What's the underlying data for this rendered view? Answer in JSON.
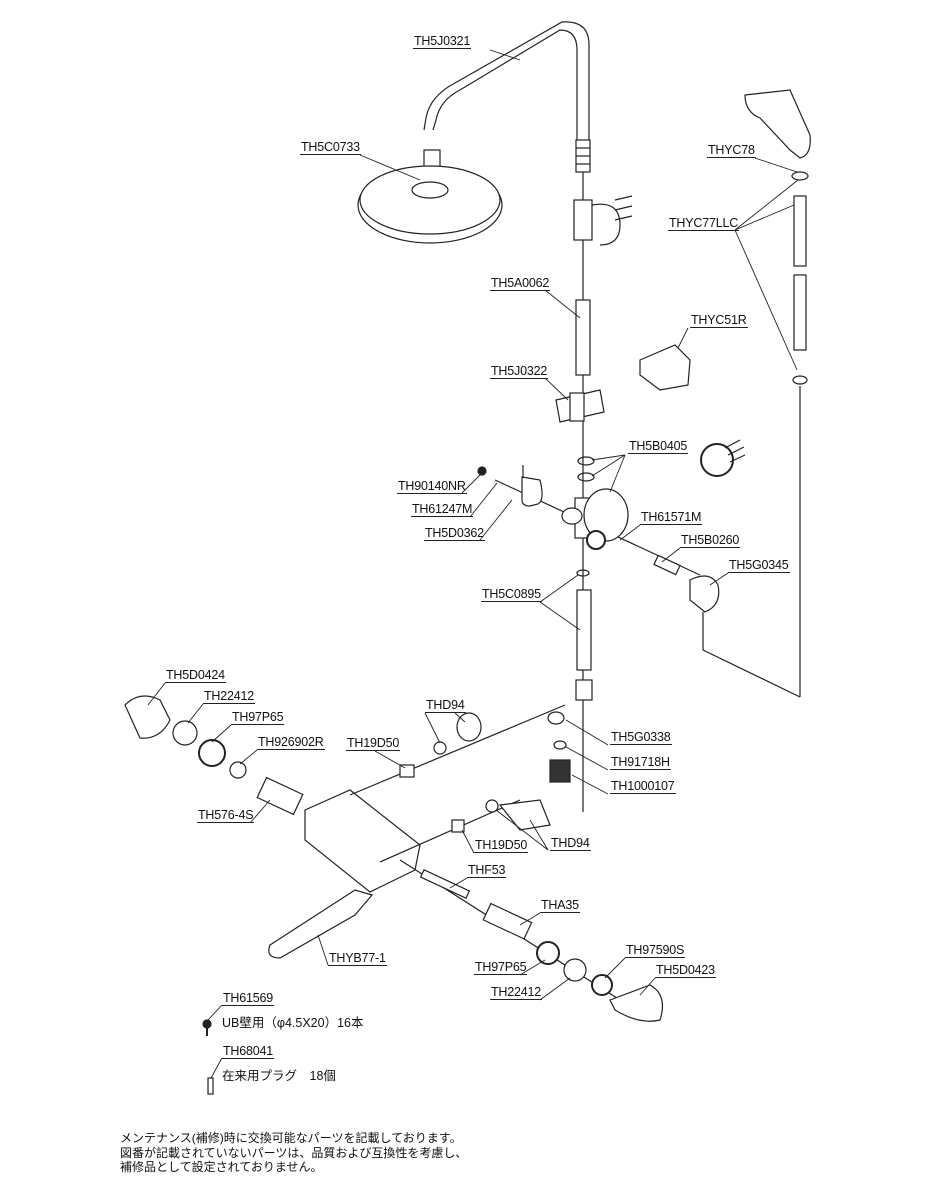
{
  "parts": {
    "th5j0321": "TH5J0321",
    "th5c0733": "TH5C0733",
    "thyc78": "THYC78",
    "thyc77llc": "THYC77LLC",
    "th5a0062": "TH5A0062",
    "thyc51r": "THYC51R",
    "th5j0322": "TH5J0322",
    "th5b0405": "TH5B0405",
    "th90140nr": "TH90140NR",
    "th61247m": "TH61247M",
    "th61571m": "TH61571M",
    "th5d0362": "TH5D0362",
    "th5b0260": "TH5B0260",
    "th5g0345": "TH5G0345",
    "th5c0895": "TH5C0895",
    "th5d0424": "TH5D0424",
    "th22412_a": "TH22412",
    "th97p65_a": "TH97P65",
    "thd94_a": "THD94",
    "th926902r": "TH926902R",
    "th19d50_a": "TH19D50",
    "th5g0338": "TH5G0338",
    "th91718h": "TH91718H",
    "th1000107": "TH1000107",
    "th576_4s": "TH576-4S",
    "th19d50_b": "TH19D50",
    "thd94_b": "THD94",
    "thf53": "THF53",
    "tha35": "THA35",
    "thyb77_1": "THYB77-1",
    "th97590s": "TH97590S",
    "th97p65_b": "TH97P65",
    "th5d0423": "TH5D0423",
    "th22412_b": "TH22412",
    "th61569": "TH61569",
    "th68041": "TH68041"
  },
  "notes": {
    "th61569_desc": "UB壁用（φ4.5X20）16本",
    "th68041_desc": "在来用プラグ　18個"
  },
  "footer": {
    "line1": "メンテナンス(補修)時に交換可能なパーツを記載しております。",
    "line2": "図番が記載されていないパーツは、品質および互換性を考慮し、",
    "line3": "補修品として設定されておりません。"
  }
}
